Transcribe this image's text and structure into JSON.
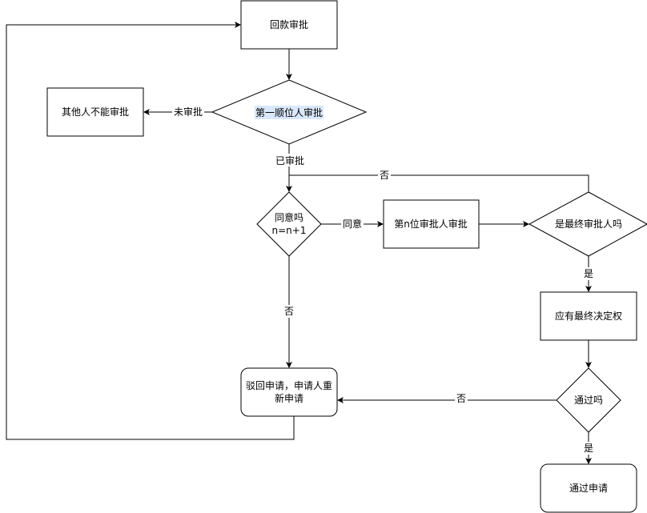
{
  "nodes": {
    "start": "回款审批",
    "first_approver": "第一顺位人审批",
    "others_cannot": "其他人不能审批",
    "agree": {
      "line1": "同意吗",
      "line2": "n=n+1"
    },
    "nth_approver": "第n位审批人审批",
    "is_final": "是最终审批人吗",
    "final_authority": "应有最终决定权",
    "pass": "通过吗",
    "reject": {
      "line1": "驳回申请，申请人重",
      "line2": "新申请"
    },
    "approved": "通过申请"
  },
  "edges": {
    "not_approved": "未审批",
    "already_approved": "已审批",
    "agree_yes": "同意",
    "agree_no": "否",
    "final_no": "否",
    "final_yes": "是",
    "pass_no": "否",
    "pass_yes": "是"
  },
  "colors": {
    "highlight": "#dae8fc"
  }
}
